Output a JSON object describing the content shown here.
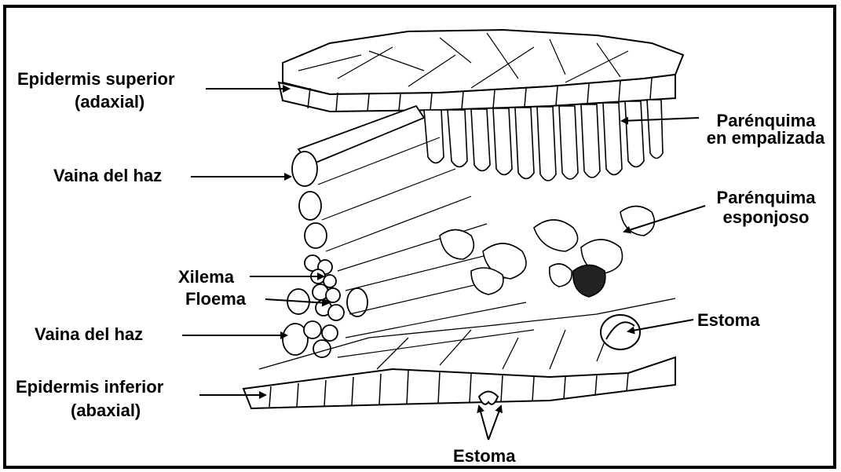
{
  "labels": {
    "epidermis_superior": "Epidermis superior",
    "epidermis_superior_sub": "(adaxial)",
    "parenquima_empalizada_1": "Parénquima",
    "parenquima_empalizada_2": "en empalizada",
    "vaina_haz_top": "Vaina del haz",
    "parenquima_esponjoso_1": "Parénquima",
    "parenquima_esponjoso_2": "esponjoso",
    "xilema": "Xilema",
    "floema": "Floema",
    "estoma_right": "Estoma",
    "vaina_haz_bottom": "Vaina del haz",
    "epidermis_inferior": "Epidermis inferior",
    "epidermis_inferior_sub": "(abaxial)",
    "estoma_bottom": "Estoma"
  },
  "colors": {
    "ink": "#000000",
    "paper": "#ffffff",
    "shade": "#222222"
  }
}
